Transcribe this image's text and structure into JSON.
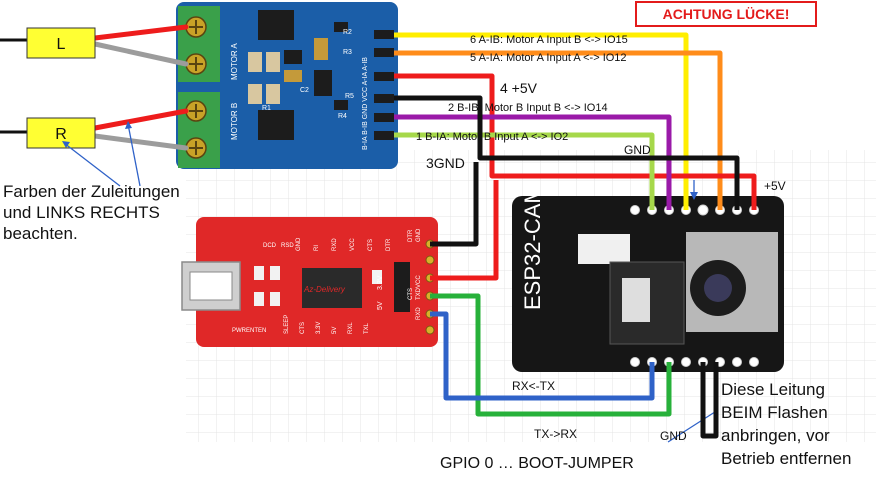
{
  "warning": "ACHTUNG LÜCKE!",
  "motor_labels": {
    "left": "L",
    "right": "R"
  },
  "wiring_labels": {
    "a_ib": "6 A-IB: Motor A Input B <-> IO15",
    "a_ia": "5 A-IA: Motor A Input A <-> IO12",
    "plus5v_driver": "4 +5V",
    "b_ib": "2 B-IB: Motor B Input B <-> IO14",
    "b_ia": "1 B-IA: Motor B Input A <-> IO2",
    "gnd_driver": "3GND",
    "gnd_top": "GND",
    "plus5v_esp": "+5V",
    "rx": "RX<-TX",
    "tx": "TX->RX",
    "gnd_bottom": "GND",
    "gpio0": "GPIO 0 … BOOT-JUMPER"
  },
  "notes": {
    "colors": [
      "Farben der Zuleitungen",
      "und LINKS RECHTS",
      "beachten."
    ],
    "flash": [
      "Diese Leitung",
      "BEIM Flashen",
      "anbringen, vor",
      "Betrieb entfernen"
    ]
  },
  "driver_board": {
    "motor_a": "MOTOR A",
    "motor_b": "MOTOR B",
    "pins": "B-IA B-IB GND VCC A-IA A-IB",
    "parts": [
      "R2",
      "R3",
      "C2",
      "R5",
      "R4",
      "R1"
    ]
  },
  "ftdi_board": {
    "brand": "Az-Delivery",
    "top_pins": [
      "DCD",
      "RSD",
      "GND",
      "RI",
      "RXD",
      "VCC",
      "CTS",
      "DTR"
    ],
    "bottom_pins": [
      "PWRENTEN",
      "SLEEP",
      "CTS",
      "3.3V",
      "5V",
      "RXL",
      "TXL"
    ],
    "side_pins": [
      "DTR",
      "RXD",
      "TXD",
      "VCC",
      "CTS",
      "GND"
    ],
    "jumper": [
      "3.3V",
      "5V"
    ]
  },
  "esp_board": {
    "name": "ESP32-CAM"
  },
  "colors": {
    "red": "#ee1c1c",
    "black": "#111111",
    "yellow": "#ffee00",
    "orange": "#ff8c1a",
    "purple": "#9a1aa8",
    "lime": "#a6d84a",
    "green": "#27b13a",
    "blue": "#2f62c8",
    "gray": "#9c9c9c",
    "warning": "#e31b1b",
    "driver_board": "#1b5ea8",
    "ftdi_board": "#e02828",
    "esp_board": "#161616"
  }
}
